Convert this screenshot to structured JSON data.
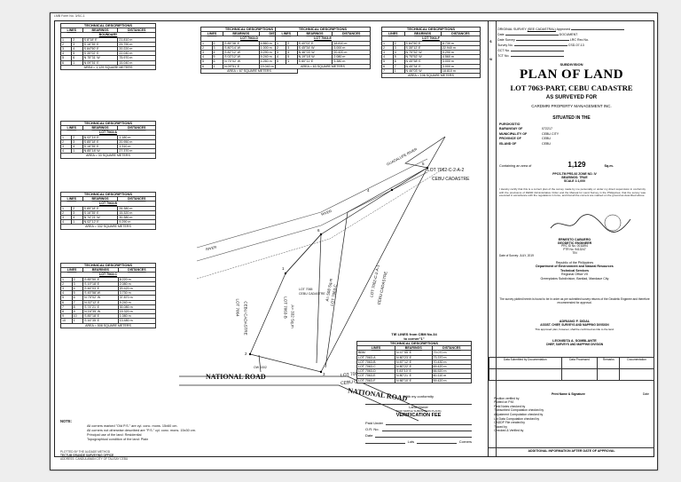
{
  "header_note": "LMB Form No. 3/SC-1",
  "tables": {
    "boundary": {
      "title": "TECHNICAL DESCRIPTIONS",
      "headers": [
        "LINES",
        "BEARINGS",
        "DISTANCES"
      ],
      "subtitle": "BOUNDARY",
      "rows": [
        [
          "1",
          "2",
          "S 8°18' E",
          "21.810 m"
        ],
        [
          "2",
          "3",
          "S 16°35' E",
          "29.790 m"
        ],
        [
          "3",
          "4",
          "S 84°50' E",
          "20.220 m"
        ],
        [
          "4",
          "5",
          "S 35°02' E",
          "22.040 m"
        ],
        [
          "5",
          "6",
          "N 75°31' W",
          "75.970 m"
        ],
        [
          "6",
          "1",
          "N 09°51' E",
          "15.040 m"
        ]
      ],
      "area": "AREA = 1,129 SQUARE METERS"
    },
    "lot_d": {
      "title": "TECHNICAL DESCRIPTIONS",
      "headers": [
        "LINES",
        "BEARINGS",
        "DISTANCES"
      ],
      "subtitle": "LOT 7063-D",
      "rows": [
        [
          "1",
          "2",
          "S 85°38' E",
          "4.860 m"
        ],
        [
          "2",
          "3",
          "S 80°14' W",
          "1.000 m"
        ],
        [
          "3",
          "4",
          "S 82°12' W",
          "9.290 m"
        ],
        [
          "4",
          "5",
          "S 02°12' W",
          "9.240 m"
        ],
        [
          "5",
          "6",
          "N 75°02' W",
          "4.260 m"
        ],
        [
          "6",
          "1",
          "N 09°51' E",
          "19.040 m"
        ]
      ],
      "area": "AREA = 67 SQUARE METERS"
    },
    "lot_e": {
      "title": "TECHNICAL DESCRIPTIONS",
      "headers": [
        "LINES",
        "BEARINGS",
        "DISTANCES"
      ],
      "subtitle": "LOT 7063-E",
      "rows": [
        [
          "1",
          "2",
          "S 40°02' E",
          "18.810 m"
        ],
        [
          "2",
          "3",
          "S 45°34' W",
          "3.000 m"
        ],
        [
          "3",
          "4",
          "N 46°03' W",
          "20.420 m"
        ],
        [
          "4",
          "5",
          "N 19°18' W",
          "2.080 m"
        ],
        [
          "5",
          "1",
          "S 80°11' E",
          "3.380 m"
        ]
      ],
      "area": "AREA = 63 SQUARE METERS"
    },
    "lot_f": {
      "title": "TECHNICAL DESCRIPTIONS",
      "headers": [
        "LINES",
        "BEARINGS",
        "DISTANCES"
      ],
      "subtitle": "LOT 7063-F",
      "rows": [
        [
          "1",
          "2",
          "S 84°50' E",
          "8.730 m"
        ],
        [
          "2",
          "3",
          "S 35°12' E",
          "22.940 m"
        ],
        [
          "3",
          "4",
          "N 75°52' W",
          "9.290 m"
        ],
        [
          "4",
          "5",
          "N 75°52' W",
          "4.560 m"
        ],
        [
          "5",
          "6",
          "N 45°58' E",
          "3.000 m"
        ],
        [
          "6",
          "7",
          "N 45°34' E",
          "3.000 m"
        ],
        [
          "7",
          "1",
          "N 46°03' W",
          "18.810 m"
        ]
      ],
      "area": "AREA = 106 SQUARE METERS"
    },
    "lot_a": {
      "title": "TECHNICAL DESCRIPTIONS",
      "headers": [
        "LINES",
        "BEARINGS",
        "DISTANCES"
      ],
      "subtitle": "LOT 7063-A",
      "rows": [
        [
          "1",
          "2",
          "N 02°14' E",
          "1.180 m"
        ],
        [
          "2",
          "3",
          "S 85°18' E",
          "20.950 m"
        ],
        [
          "3",
          "4",
          "S 16°35' E",
          "1.310 m"
        ],
        [
          "4",
          "1",
          "N 85°18' W",
          "27.370 m"
        ]
      ],
      "area": "AREA = 33 SQUARE METERS"
    },
    "lot_b": {
      "title": "TECHNICAL DESCRIPTIONS",
      "headers": [
        "LINES",
        "BEARINGS",
        "DISTANCES"
      ],
      "subtitle": "LOT 7063-B",
      "rows": [
        [
          "1",
          "2",
          "S 85°18' E",
          "26.380 m"
        ],
        [
          "2",
          "3",
          "S 16°35' E",
          "15.320 m"
        ],
        [
          "3",
          "4",
          "N 74°21' W",
          "30.380 m"
        ],
        [
          "4",
          "1",
          "N 02°12' E",
          "9.290 m"
        ]
      ],
      "area": "AREA = 332 SQUARE METERS"
    },
    "lot_c": {
      "title": "TECHNICAL DESCRIPTIONS",
      "headers": [
        "LINES",
        "BEARINGS",
        "DISTANCES"
      ],
      "subtitle": "LOT 7063-C",
      "rows": [
        [
          "1",
          "2",
          "S 85°50' E",
          "8.220 m"
        ],
        [
          "2",
          "3",
          "S 19°18' E",
          "2.080 m"
        ],
        [
          "3",
          "4",
          "S 46°03' E",
          "20.420 m"
        ],
        [
          "4",
          "5",
          "S 45°58' W",
          "3.730 m"
        ],
        [
          "5",
          "6",
          "N 75°02' W",
          "37.870 m"
        ],
        [
          "6",
          "7",
          "N 02°12' E",
          "9.240 m"
        ],
        [
          "7",
          "8",
          "S 74°21' E",
          "30.080 m"
        ],
        [
          "8",
          "9",
          "N 16°35' W",
          "15.320 m"
        ],
        [
          "9",
          "10",
          "S 85°18' E",
          "1.080 m"
        ],
        [
          "10",
          "1",
          "S 16°35' E",
          "13.480 m"
        ]
      ],
      "area": "AREA = 508 SQUARE METERS"
    },
    "ties": {
      "title": "TIE LINES from CBM No.34",
      "title2": "to corner\"1\"",
      "sub": "TECHNICAL DESCRIPTIONS",
      "headers": [
        "LINES",
        "BEARINGS",
        "DISTANCES"
      ],
      "rows": [
        [
          "BBM",
          "N 47°55' E",
          "79.070 m"
        ],
        [
          "LOT 7063-A",
          "N 80°23' E",
          "73.370 m"
        ],
        [
          "LOT 7063-B",
          "N 87°12' E",
          "70.430 m"
        ],
        [
          "LOT 7063-C",
          "N 80°22' E",
          "69.420 m"
        ],
        [
          "LOT 7063-D",
          "S 83°10' E",
          "66.520 m"
        ],
        [
          "LOT 7063-E",
          "N 80°21' E",
          "60.110 m"
        ],
        [
          "LOT 7063-F",
          "N 86°10' E",
          "59.420 m"
        ]
      ]
    }
  },
  "drawing": {
    "labels": {
      "river1": "GUADALUPE RIVER",
      "river2": "RIVER",
      "river3": "RIVER",
      "lot_c2a2": "LOT 7062-C-2-A-2",
      "cebu1": "CEBU CADASTRE",
      "lot_left": "LOT 7064",
      "cebu_left": "CEBU CADASTRE",
      "lot_b": "LOT 7063-B",
      "lot_b_area": "A= 332 Sq.m",
      "lot_c": "A= 508 Sq.m",
      "lot_c2": "LOT 7063-C",
      "lot_right": "LOT 7062-C-2-A-1",
      "cebu_right": "CEBU CADASTRE",
      "lot_d": "LOT 7063-D",
      "cebu_d": "CEBU CADASTRE",
      "lot_7065": "LOT 7065",
      "cebu_7065": "CEBU CADASTRE",
      "road1": "NATIONAL ROAD",
      "road2": "NATIONAL ROAD",
      "lot_e": "LOT 7063-E",
      "lot_f": "LOT 7063-F",
      "ow": "OW 1002",
      "corner_nums": [
        "1",
        "2",
        "3",
        "4",
        "5",
        "6"
      ]
    },
    "colors": {
      "line": "#222222",
      "river": "#555555",
      "pin": "#000000"
    }
  },
  "notes": {
    "title": "NOTE:",
    "lines": [
      "All corners marked \"Old P.S.\" are cyl. conc. mons. 15x60 cm.",
      "All corners not otherwise described are \"P.S.\" cyl. conc. mons. 15x30 cm.",
      "Principal use of the land: Residential",
      "Topographical condition of the land: Plain"
    ],
    "footer": [
      "PLOTTED BY THE ALIDADE METHOD",
      "TECTUM GRANDE SURVEYING OFFICE",
      "ADDRESS: CANDULAWAN CITY OF TALISAY CEBU"
    ]
  },
  "verification": {
    "conformity": "With my conformity",
    "landowner": "Land Owner",
    "landowner_sub": "(FOR SIMPLE SUBDIVISION PLANS)",
    "title": "VERIFICATION FEE",
    "fields": [
      "Paid Under",
      "O.R. No.",
      "Date",
      "Lots",
      "Corners"
    ]
  },
  "titleblock": {
    "fields_top": [
      "ORIGINAL SURVEY",
      "Date",
      "Date Survey",
      "Survey No.",
      "GCT No.",
      "TCT No."
    ],
    "top_values": [
      "(SEE CADASTRAL)",
      "DOCUMENT",
      "Approved",
      "LRC Rec No.",
      "CSD-07-13"
    ],
    "subdivision": "SUBDIVISION",
    "plan": "PLAN OF LAND",
    "lot": "LOT 7063-PART, CEBU CADASTRE",
    "as_surveyed": "AS SURVEYED FOR",
    "owner": "CARDMRI PROPERTY MANAGEMENT INC.",
    "situated": "SITUATED IN THE",
    "info": [
      [
        "PUROK/SITIO",
        ""
      ],
      [
        "BARANGAY OF",
        "072217"
      ],
      [
        "MUNICIPALITY OF",
        "CEBU CITY"
      ],
      [
        "PROVINCE OF",
        "CEBU"
      ],
      [
        "ISLAND OF",
        "CEBU"
      ]
    ],
    "area_label": "Containing an area of",
    "area_value": "1,129",
    "area_unit": "Sq.m.",
    "psd": [
      "PPCS-TM PRS-92 ZONE NO. IV",
      "BEARINGS: TRUE",
      "SCALE 1:1,000"
    ],
    "cert": "I Hereby certify that this is a correct plan of the survey made by me personally or under my direct supervision in conformity with the provisions of DENR Administrative Order and the Manual for Land Survey in the Philippines; that the survey was executed in accordance with the regulations in force; and that all the corners are marked on the ground as described above.",
    "surveyor": "ERNESTO CABUERO",
    "surveyor_title": "GEODETIC ENGINEER",
    "surveyor_sub": [
      "PRC ID No. 0011894",
      "PTR No. 9413247",
      "TIN"
    ],
    "date_survey": "Date of Survey: JULY, 2019",
    "republic": [
      "Republic of the Philippines",
      "Department of Environment and Natural Resources",
      "Technical Services",
      "Regional Office VII",
      "Greenplains Subdivision, Banilad, Mandaue City"
    ],
    "approve_note": "The survey plotted herein is found to be in order as per submitted survey returns of the Geodetic Engineer and therefore recommended for approval.",
    "adriano": "ADRIANO F. DIDAL",
    "adriano_title": "ASSIST. CHIEF, SURVEYS AND MAPPING DIVISION",
    "approved_line": "This approved plan, however, shall be confirmed as title to the land.",
    "leonisita": "LEONISITA A. SOMBLANTE",
    "leonisita_title": "CHIEF, SURVEYS AND MAPPING DIVISION",
    "rtable": [
      "Data Submitted by Documentation",
      "Data Processed",
      "Remarks",
      "Documentation"
    ],
    "lower": [
      [
        "Position verified by",
        ""
      ],
      [
        "Plotted on P.M.",
        ""
      ],
      [
        "Field Notes checked by",
        ""
      ],
      [
        "Transcribed Computation checked by",
        ""
      ],
      [
        "Adjustment Computation checked by",
        ""
      ],
      [
        "Lot Data Computation checked by",
        ""
      ],
      [
        "CADDP File created by",
        ""
      ],
      [
        "Traced by",
        ""
      ],
      [
        "Checked & Verified by",
        ""
      ]
    ],
    "lower_head": "Print Name & Signature",
    "lower_date": "Date",
    "addinfo": "ADDITIONAL INFORMATION AFTER DATE OF APPROVAL",
    "vert": [
      "S",
      "N",
      "W",
      "E"
    ]
  }
}
